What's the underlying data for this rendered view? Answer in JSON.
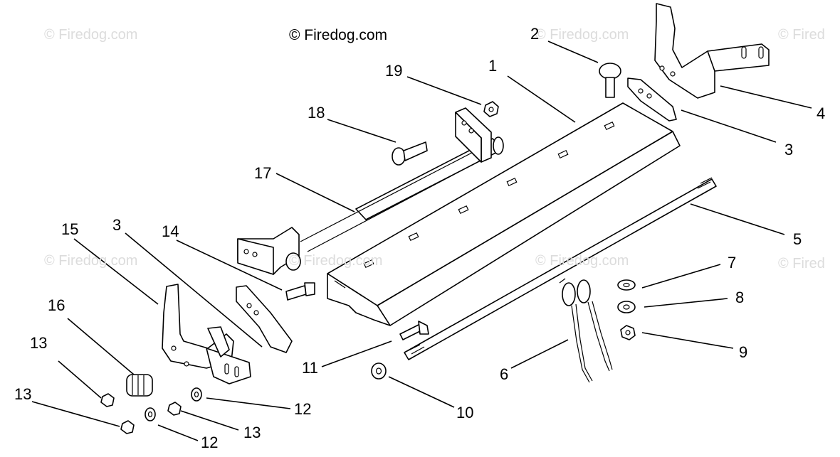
{
  "watermark": {
    "main": "© Firedog.com",
    "faint": "© Firedog.com",
    "faint_cut": "© Fired"
  },
  "parts": [
    {
      "id": "p1",
      "label": "1"
    },
    {
      "id": "p2",
      "label": "2"
    },
    {
      "id": "p3a",
      "label": "3"
    },
    {
      "id": "p3b",
      "label": "3"
    },
    {
      "id": "p4",
      "label": "4"
    },
    {
      "id": "p5",
      "label": "5"
    },
    {
      "id": "p6",
      "label": "6"
    },
    {
      "id": "p7",
      "label": "7"
    },
    {
      "id": "p8",
      "label": "8"
    },
    {
      "id": "p9",
      "label": "9"
    },
    {
      "id": "p10",
      "label": "10"
    },
    {
      "id": "p11",
      "label": "11"
    },
    {
      "id": "p12a",
      "label": "12"
    },
    {
      "id": "p12b",
      "label": "12"
    },
    {
      "id": "p13a",
      "label": "13"
    },
    {
      "id": "p13b",
      "label": "13"
    },
    {
      "id": "p13c",
      "label": "13"
    },
    {
      "id": "p14",
      "label": "14"
    },
    {
      "id": "p15",
      "label": "15"
    },
    {
      "id": "p16",
      "label": "16"
    },
    {
      "id": "p17",
      "label": "17"
    },
    {
      "id": "p18",
      "label": "18"
    },
    {
      "id": "p19",
      "label": "19"
    }
  ]
}
